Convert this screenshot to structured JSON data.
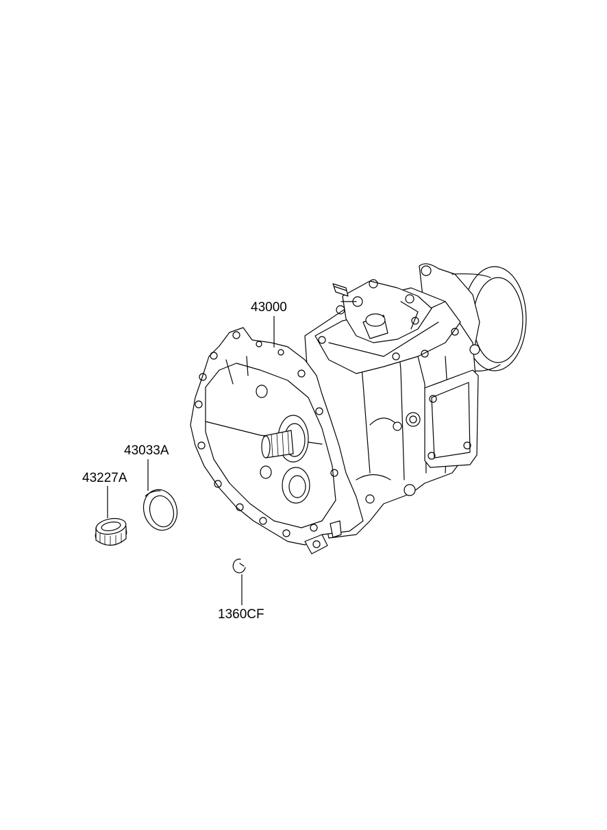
{
  "parts": [
    {
      "id": "transmission",
      "number": "43000",
      "icon": "manual-transmission-assembly-icon"
    },
    {
      "id": "oil-seal",
      "number": "43033A",
      "icon": "oil-seal-ring-icon"
    },
    {
      "id": "needle-bearing",
      "number": "43227A",
      "icon": "needle-bearing-icon"
    },
    {
      "id": "snap-ring",
      "number": "1360CF",
      "icon": "snap-ring-icon"
    }
  ],
  "colors": {
    "line": "#000000",
    "background": "#ffffff"
  }
}
